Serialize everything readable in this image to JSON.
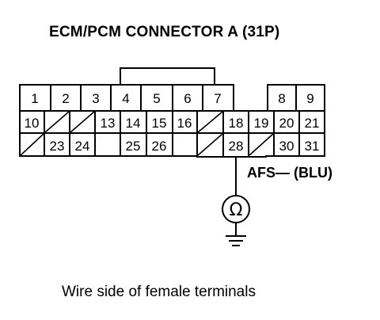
{
  "title": "ECM/PCM CONNECTOR A (31P)",
  "caption": "Wire side of female terminals",
  "wire_label": "AFS— (BLU)",
  "meter_symbol": "Ω",
  "meter_icon": "ohmmeter-icon",
  "ground_icon": "ground-icon",
  "connector": {
    "rows": [
      [
        "1",
        "2",
        "3",
        "4",
        "5",
        "6",
        "7",
        "",
        "",
        "8",
        "9"
      ],
      [
        "10",
        "",
        "",
        "13",
        "14",
        "15",
        "16",
        "",
        "18",
        "19",
        "20",
        "21"
      ],
      [
        "",
        "23",
        "24",
        "",
        "25",
        "26",
        "",
        "",
        "28",
        "",
        "30",
        "31"
      ]
    ]
  }
}
